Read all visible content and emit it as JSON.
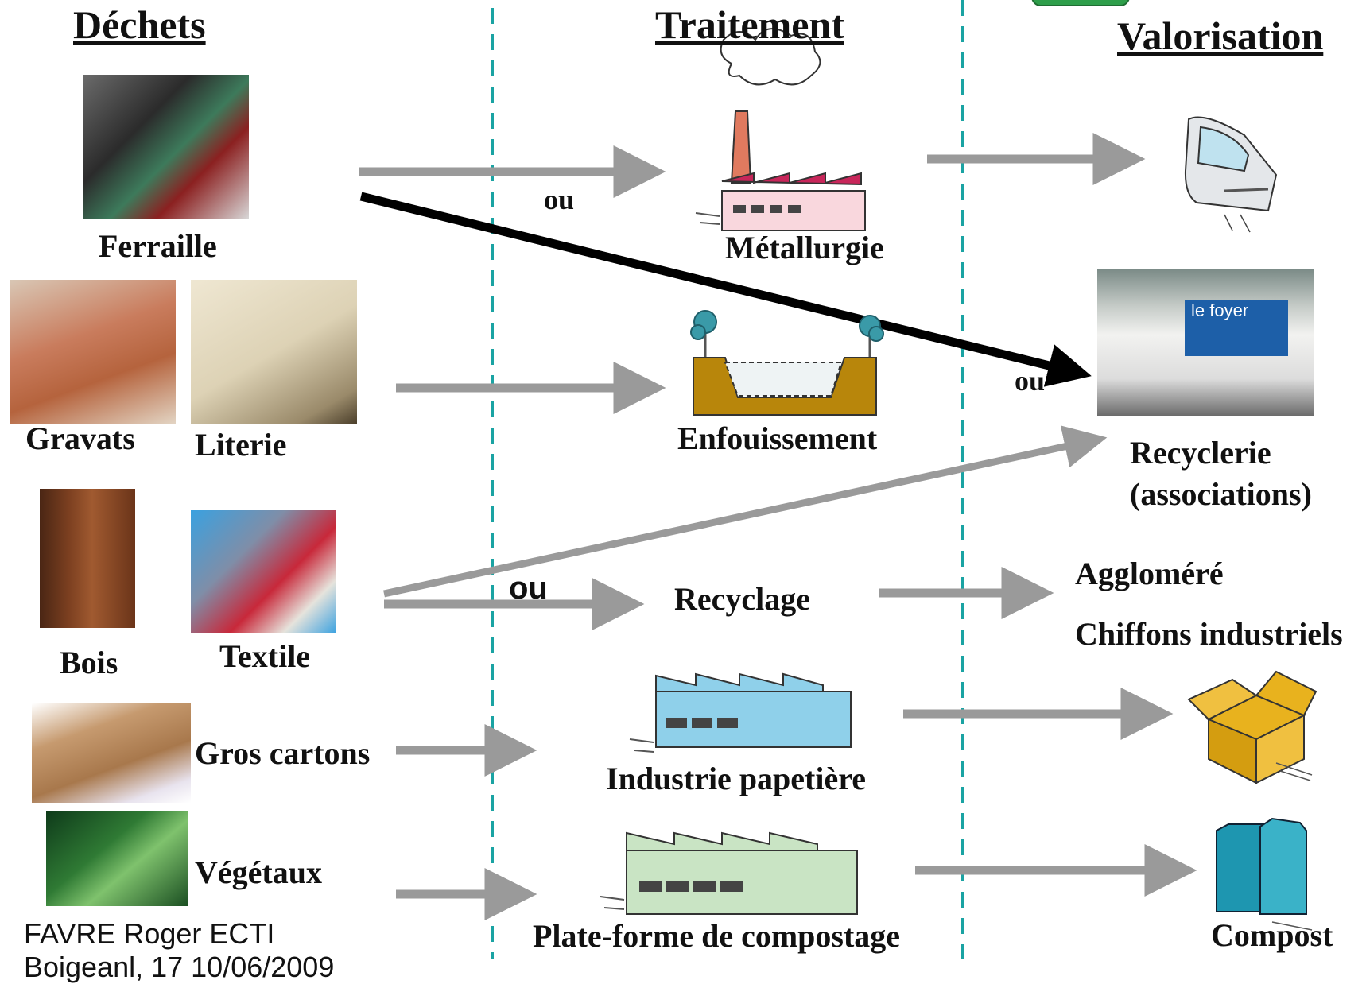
{
  "headers": {
    "dechets": "Déchets",
    "traitement": "Traitement",
    "valorisation": "Valorisation"
  },
  "wastes": {
    "ferraille": "Ferraille",
    "gravats": "Gravats",
    "literie": "Literie",
    "bois": "Bois",
    "textile": "Textile",
    "gros_cartons": "Gros cartons",
    "vegetaux": "Végétaux"
  },
  "treatments": {
    "metallurgie": "Métallurgie",
    "enfouissement": "Enfouissement",
    "recyclage": "Recyclage",
    "industrie_papetiere": "Industrie papetière",
    "compostage": "Plate-forme de compostage"
  },
  "valorisations": {
    "recyclerie_1": "Recyclerie",
    "recyclerie_2": "(associations)",
    "recyclerie_sign": "le foyer",
    "agglomere": "Aggloméré",
    "chiffons": "Chiffons industriels",
    "compost": "Compost"
  },
  "connectors": {
    "ou_1": "ou",
    "ou_2": "ou",
    "ou_3": "ou"
  },
  "footer": {
    "line1": "FAVRE Roger ECTI",
    "line2": "Boigeanl, 17 10/06/2009"
  },
  "colors": {
    "divider": "#1aa3a3",
    "arrow_gray": "#9a9a9a",
    "arrow_black": "#000000"
  }
}
